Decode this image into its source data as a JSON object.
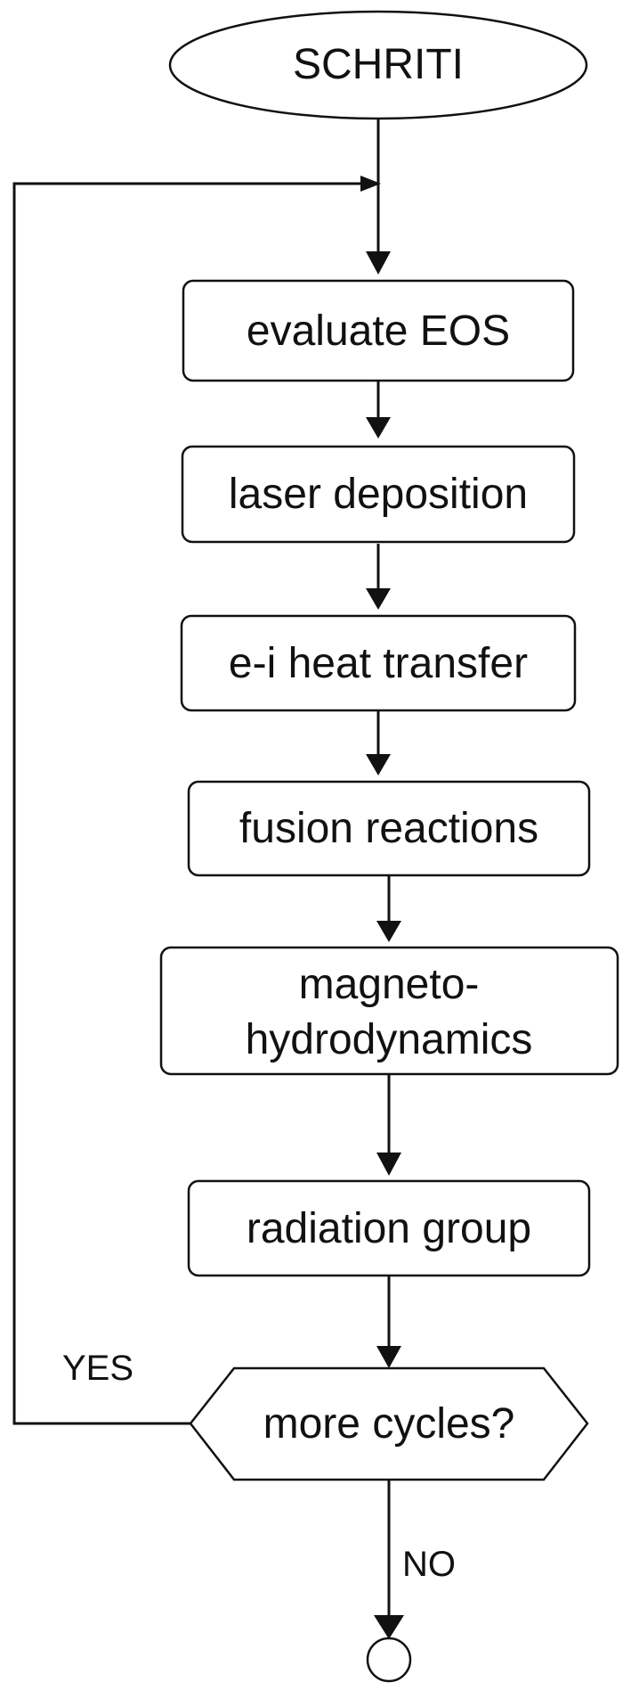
{
  "diagram": {
    "start": "SCHRITI",
    "steps": [
      "evaluate EOS",
      "laser deposition",
      "e-i heat transfer",
      "fusion reactions",
      "magneto-",
      "hydrodynamics",
      "radiation group"
    ],
    "decision": "more cycles?",
    "yes_label": "YES",
    "no_label": "NO"
  }
}
